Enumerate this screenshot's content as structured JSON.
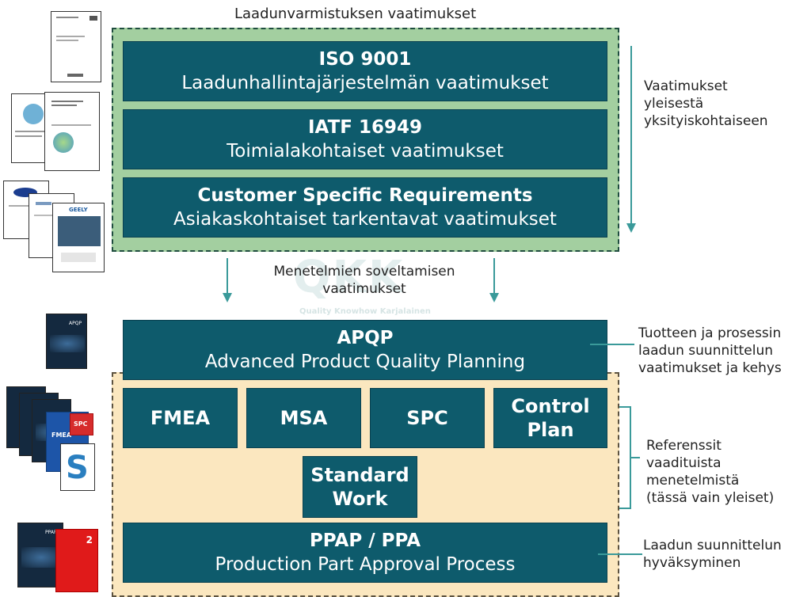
{
  "top_title": "Laadunvarmistuksen vaatimukset",
  "requirements": [
    {
      "title": "ISO 9001",
      "subtitle": "Laadunhallintajärjestelmän vaatimukset"
    },
    {
      "title": "IATF 16949",
      "subtitle": "Toimialakohtaiset vaatimukset"
    },
    {
      "title": "Customer Specific Requirements",
      "subtitle": "Asiakaskohtaiset tarkentavat vaatimukset"
    }
  ],
  "right_note_top": [
    "Vaatimukset",
    "yleisestä",
    "yksityiskohtaiseen"
  ],
  "middle_label": [
    "Menetelmien soveltamisen",
    "vaatimukset"
  ],
  "watermark": {
    "logo": "QKK",
    "text": "Quality Knowhow Karjalainen"
  },
  "apqp": {
    "title": "APQP",
    "subtitle": "Advanced Product Quality Planning"
  },
  "apqp_note": [
    "Tuotteen ja prosessin",
    "laadun suunnittelun",
    "vaatimukset ja kehys"
  ],
  "methods": [
    "FMEA",
    "MSA",
    "SPC",
    "Control Plan"
  ],
  "standard_work": "Standard Work",
  "methods_note": [
    "Referenssit",
    "vaadituista",
    "menetelmistä",
    "(tässä vain yleiset)"
  ],
  "ppap": {
    "title": "PPAP / PPA",
    "subtitle": "Production Part Approval Process"
  },
  "ppap_note": [
    "Laadun suunnittelun",
    "hyväksyminen"
  ],
  "doc_texts": {
    "geely": "GEELY",
    "spc_cover": "SPC",
    "fmea_cover": "FMEA",
    "apqp_cover": "APQP",
    "ppap_cover": "PPAP",
    "ppa_number": "2"
  },
  "colors": {
    "box": "#0e5b6c",
    "green_panel": "#a3cfa0",
    "sand_panel": "#fbe7bf",
    "arrow": "#3a9a9a"
  }
}
